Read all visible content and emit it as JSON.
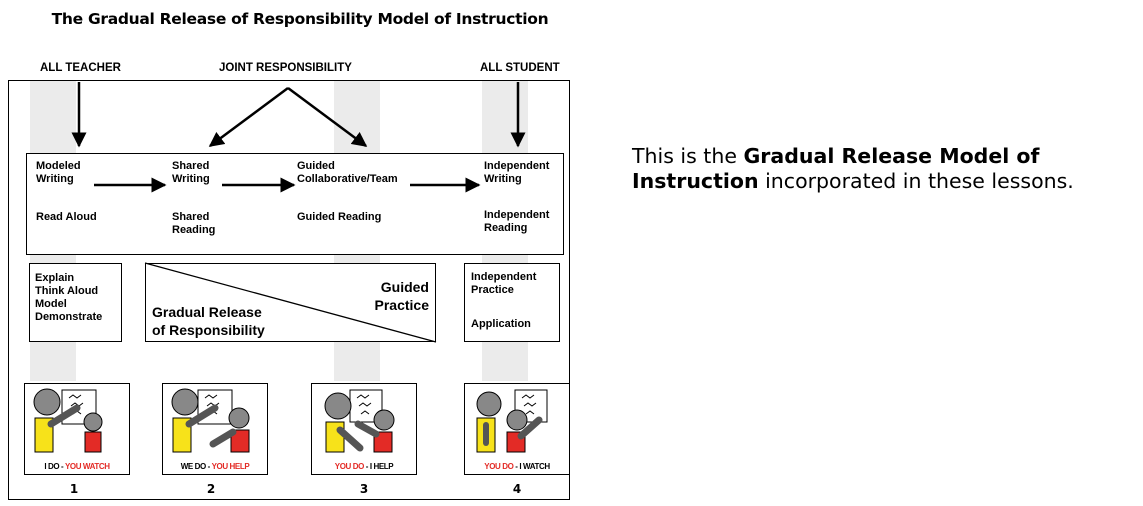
{
  "title": "The Gradual Release of Responsibility Model of Instruction",
  "headers": {
    "all_teacher": "ALL TEACHER",
    "joint": "JOINT RESPONSIBILITY",
    "all_student": "ALL STUDENT"
  },
  "phases": [
    {
      "writing": "Modeled\nWriting",
      "reading": "Read Aloud"
    },
    {
      "writing": "Shared\nWriting",
      "reading": "Shared\nReading"
    },
    {
      "writing": "Guided\nCollaborative/Team",
      "reading": "Guided Reading"
    },
    {
      "writing": "Independent\nWriting",
      "reading": "Independent\nReading"
    }
  ],
  "teacher_box": "Explain\nThink Aloud\nModel\nDemonstrate",
  "student_box": {
    "practice": "Independent\nPractice",
    "application": "Application"
  },
  "diagonal": {
    "release": "Gradual Release\nof Responsibility",
    "guided": "Guided\nPractice"
  },
  "cards": [
    {
      "number": "1",
      "black": "I DO - ",
      "red": "YOU WATCH",
      "red_first": false
    },
    {
      "number": "2",
      "black": "WE DO - ",
      "red": "YOU HELP",
      "red_first": false
    },
    {
      "number": "3",
      "black": " - I HELP",
      "red": "YOU DO",
      "red_first": true
    },
    {
      "number": "4",
      "black": " - I WATCH",
      "red": "YOU DO",
      "red_first": true
    }
  ],
  "side_text": {
    "before": "This is the ",
    "bold": "Gradual Release Model of Instruction",
    "after": " incorporated in these lessons."
  },
  "colors": {
    "yellow": "#f7e21a",
    "red": "#e32b26",
    "stripe": "#ebebeb"
  }
}
